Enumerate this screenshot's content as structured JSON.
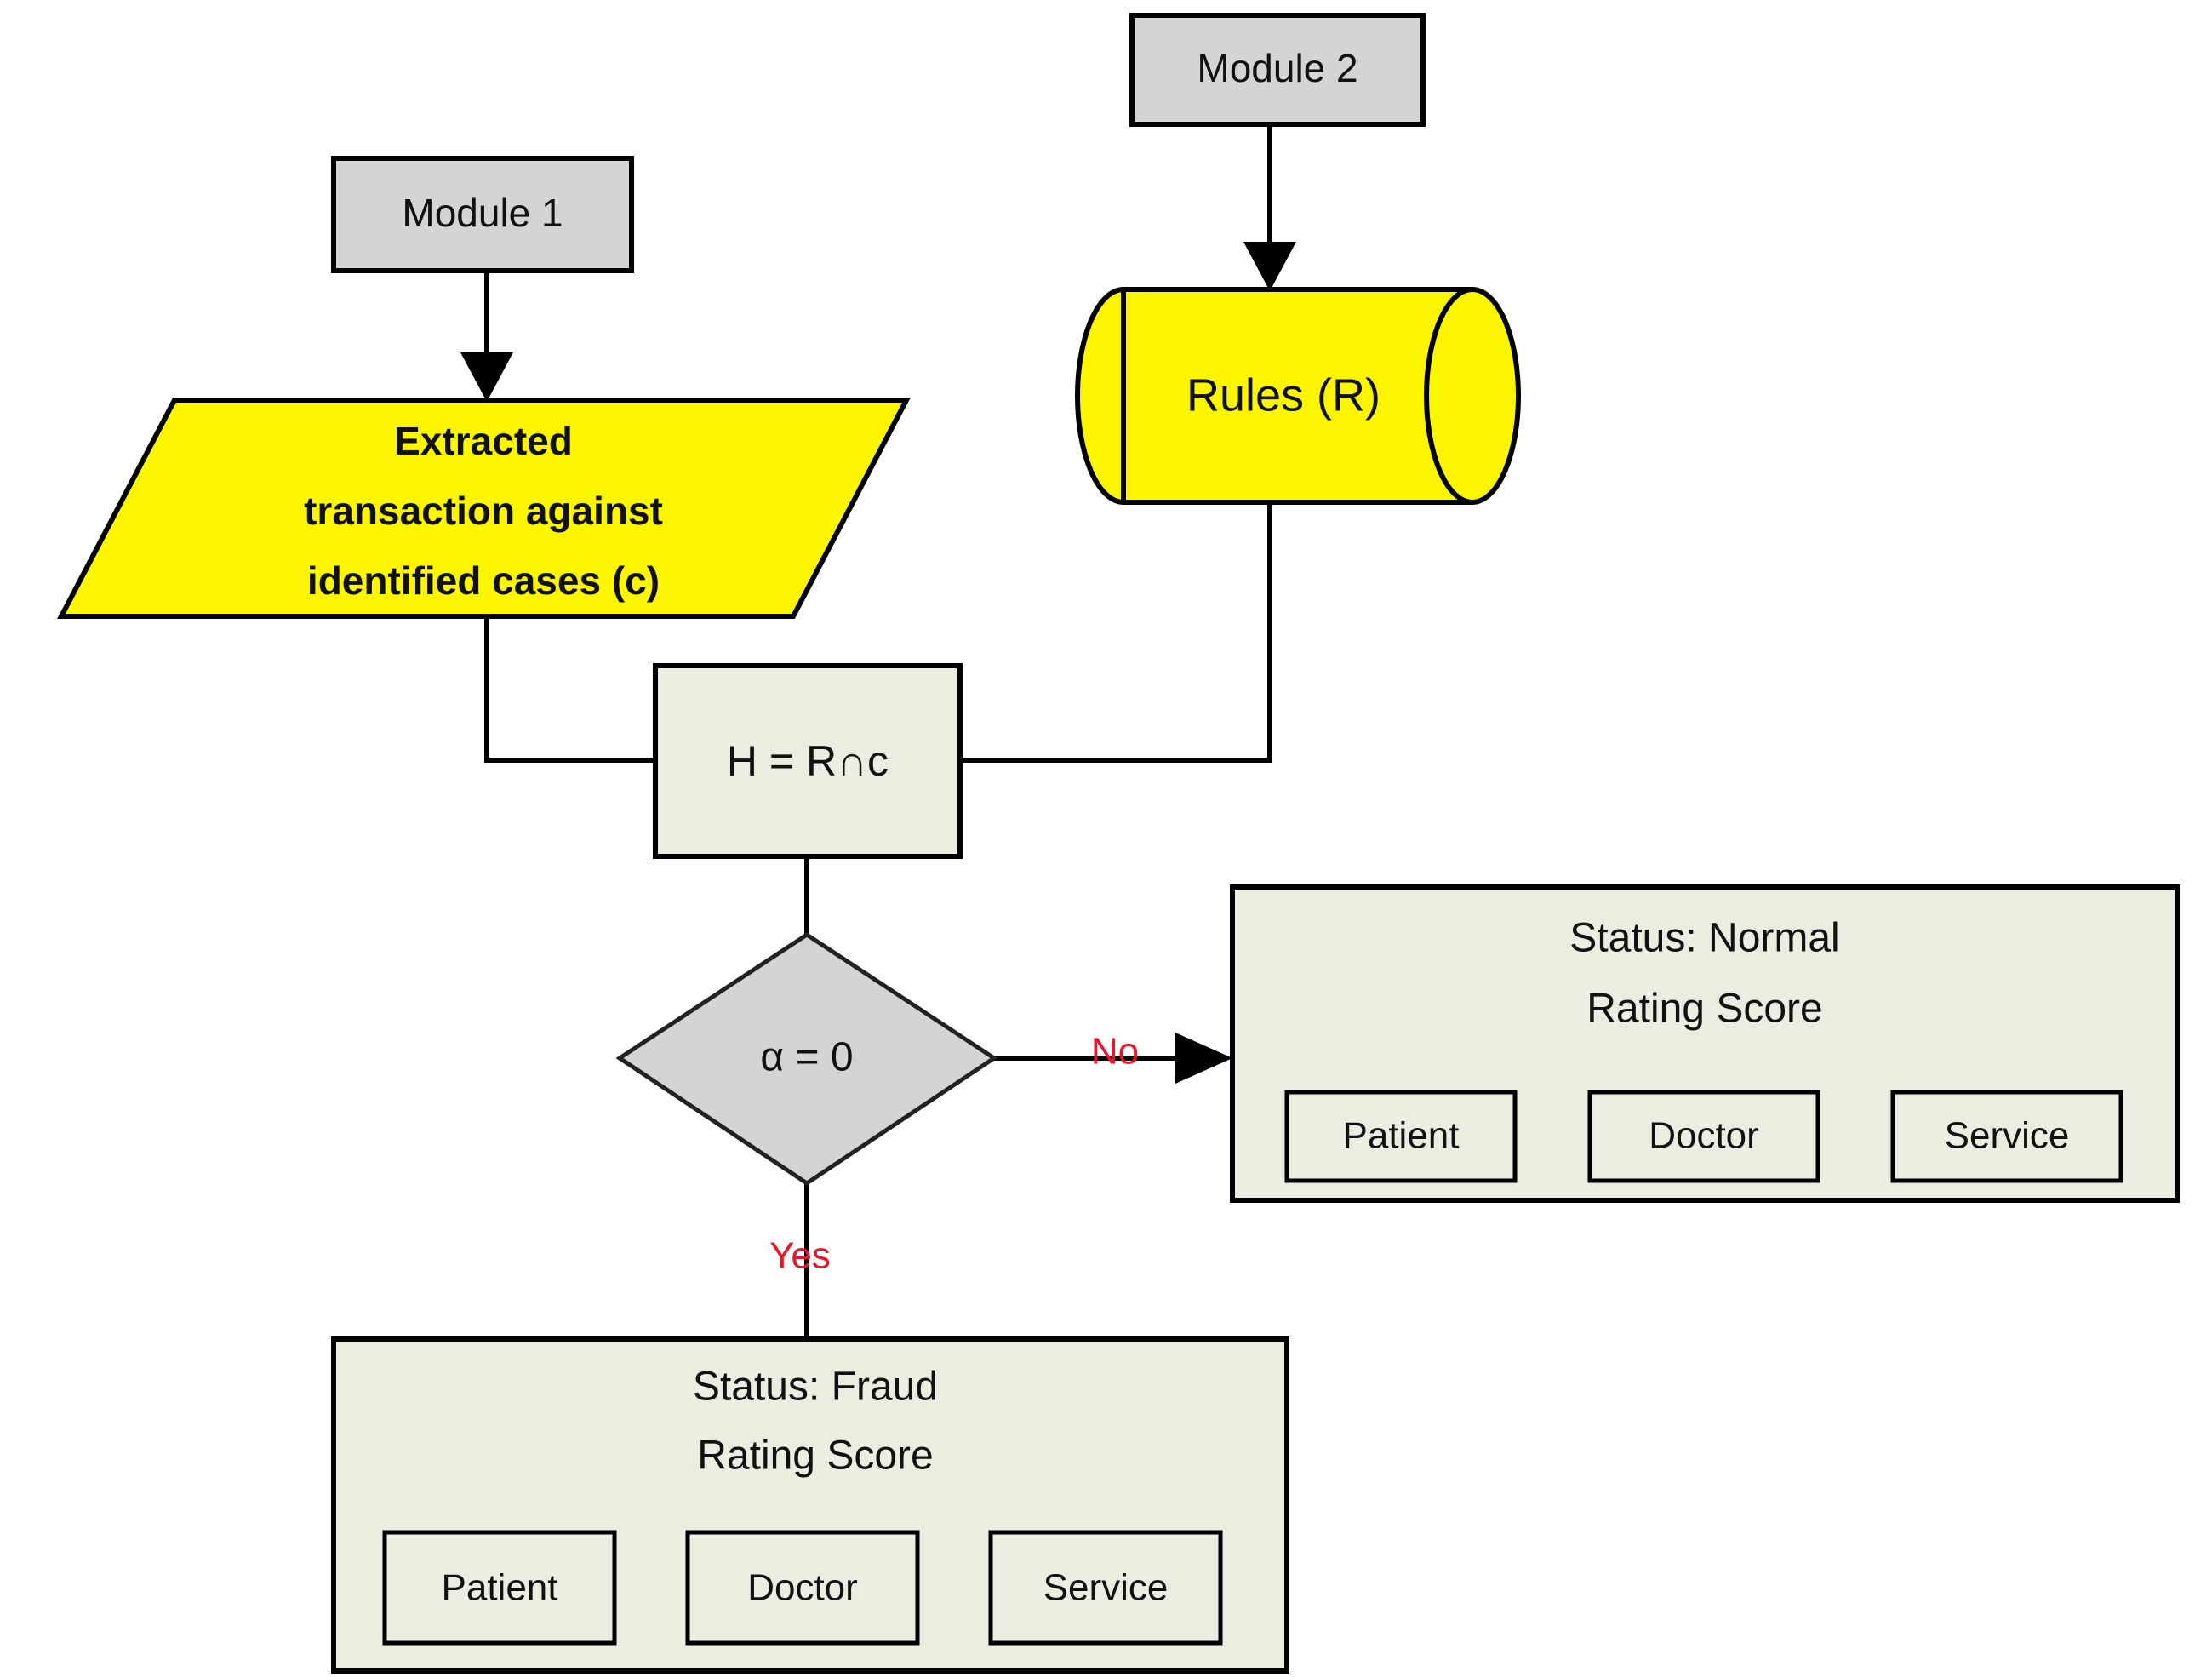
{
  "diagram": {
    "title": "Fraud detection rule-matching flowchart",
    "colors": {
      "module_fill": "#d4d4d4",
      "data_fill": "#fcf500",
      "process_fill": "#e9eee0",
      "decision_fill": "#d4d4d4",
      "branch_label": "#e8162b",
      "stroke": "#000000",
      "background": "#ffffff"
    },
    "nodes": {
      "module1": {
        "label": "Module 1",
        "shape": "rectangle"
      },
      "module2": {
        "label": "Module 2",
        "shape": "rectangle"
      },
      "extracted": {
        "shape": "parallelogram",
        "line1": "Extracted",
        "line2": "transaction against",
        "line3": "identified cases (c)"
      },
      "rules": {
        "label": "Rules (R)",
        "shape": "cylinder"
      },
      "intersection": {
        "label": "H = R∩c",
        "shape": "process"
      },
      "decision": {
        "label": "α = 0",
        "shape": "diamond"
      }
    },
    "branches": {
      "no_label": "No",
      "yes_label": "Yes"
    },
    "panels": {
      "normal": {
        "status_line": "Status: Normal",
        "score_line": "Rating Score",
        "chips": [
          "Patient",
          "Doctor",
          "Service"
        ]
      },
      "fraud": {
        "status_line": "Status: Fraud",
        "score_line": "Rating Score",
        "chips": [
          "Patient",
          "Doctor",
          "Service"
        ]
      }
    }
  }
}
